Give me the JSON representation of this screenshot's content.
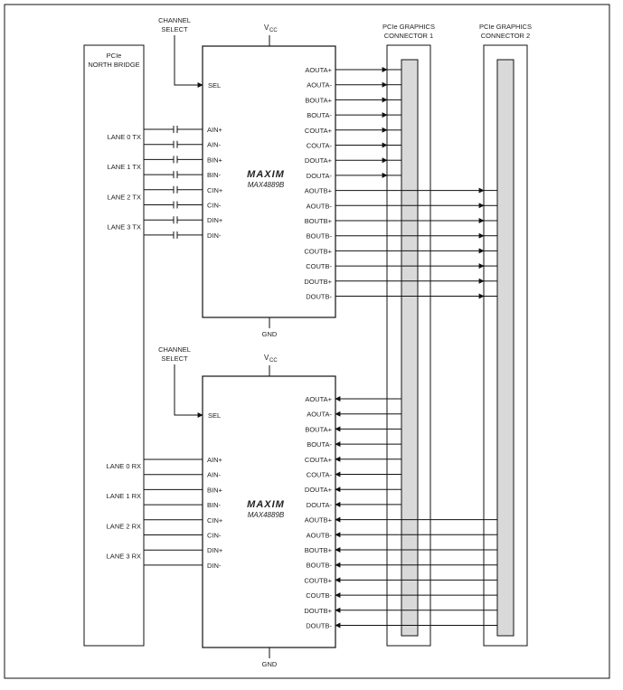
{
  "north_bridge": {
    "label_line1": "PCIe",
    "label_line2": "NORTH BRIDGE"
  },
  "connector1": {
    "label_line1": "PCIe GRAPHICS",
    "label_line2": "CONNECTOR 1"
  },
  "connector2": {
    "label_line1": "PCIe GRAPHICS",
    "label_line2": "CONNECTOR 2"
  },
  "chips": [
    {
      "direction": "tx",
      "channel_select_line1": "CHANNEL",
      "channel_select_line2": "SELECT",
      "vcc_label": "V",
      "vcc_sub": "CC",
      "gnd_label": "GND",
      "sel_label": "SEL",
      "brand": "MAXIM",
      "part": "MAX4889B",
      "lane_labels": [
        "LANE 0 TX",
        "LANE 1 TX",
        "LANE 2 TX",
        "LANE 3 TX"
      ],
      "left_pins": [
        "AIN+",
        "AIN-",
        "BIN+",
        "BIN-",
        "CIN+",
        "CIN-",
        "DIN+",
        "DIN-"
      ],
      "right_pins": [
        "AOUTA+",
        "AOUTA-",
        "BOUTA+",
        "BOUTA-",
        "COUTA+",
        "COUTA-",
        "DOUTA+",
        "DOUTA-",
        "AOUTB+",
        "AOUTB-",
        "BOUTB+",
        "BOUTB-",
        "COUTB+",
        "COUTB-",
        "DOUTB+",
        "DOUTB-"
      ]
    },
    {
      "direction": "rx",
      "channel_select_line1": "CHANNEL",
      "channel_select_line2": "SELECT",
      "vcc_label": "V",
      "vcc_sub": "CC",
      "gnd_label": "GND",
      "sel_label": "SEL",
      "brand": "MAXIM",
      "part": "MAX4889B",
      "lane_labels": [
        "LANE 0 RX",
        "LANE 1 RX",
        "LANE 2 RX",
        "LANE 3 RX"
      ],
      "left_pins": [
        "AIN+",
        "AIN-",
        "BIN+",
        "BIN-",
        "CIN+",
        "CIN-",
        "DIN+",
        "DIN-"
      ],
      "right_pins": [
        "AOUTA+",
        "AOUTA-",
        "BOUTA+",
        "BOUTA-",
        "COUTA+",
        "COUTA-",
        "DOUTA+",
        "DOUTA-",
        "AOUTB+",
        "AOUTB-",
        "BOUTB+",
        "BOUTB-",
        "COUTB+",
        "COUTB-",
        "DOUTB+",
        "DOUTB-"
      ]
    }
  ]
}
